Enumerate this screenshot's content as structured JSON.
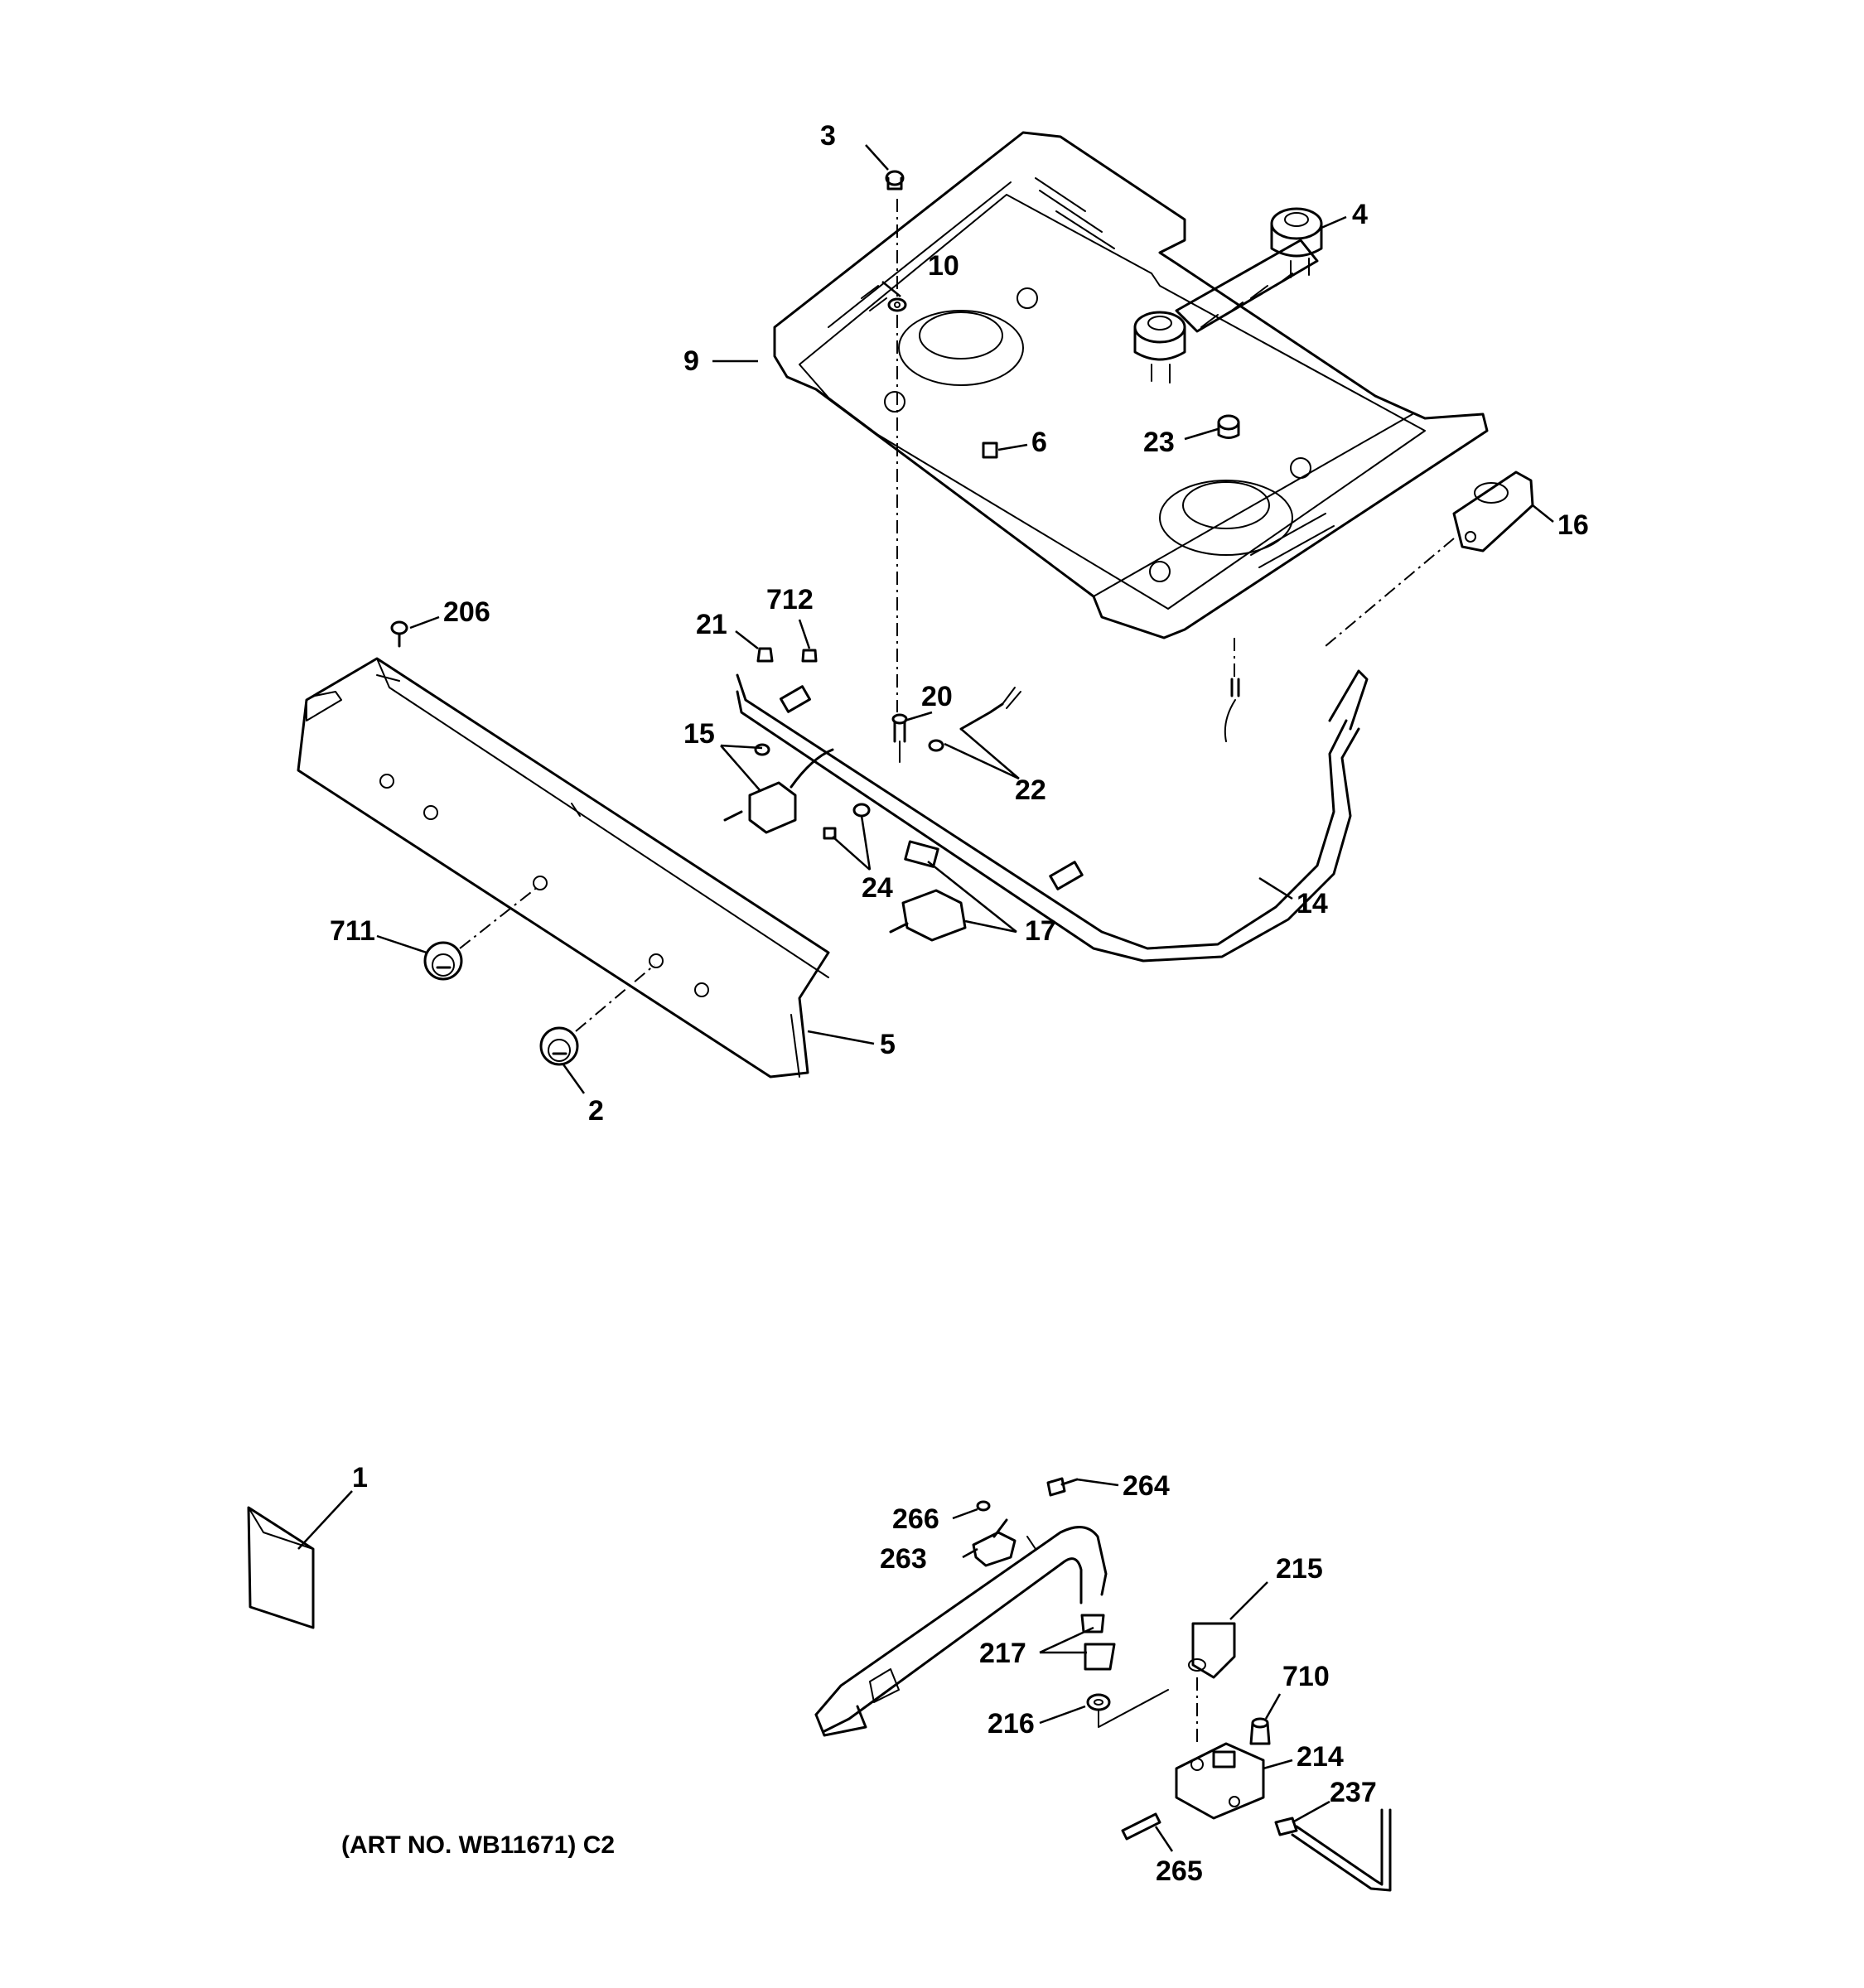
{
  "diagram": {
    "art_number": "(ART NO. WB11671) C2",
    "callouts": {
      "c1": "1",
      "c2": "2",
      "c3": "3",
      "c4": "4",
      "c5": "5",
      "c6": "6",
      "c9": "9",
      "c10": "10",
      "c14": "14",
      "c15": "15",
      "c16": "16",
      "c17": "17",
      "c20": "20",
      "c21": "21",
      "c22": "22",
      "c23": "23",
      "c24": "24",
      "c206": "206",
      "c214": "214",
      "c215": "215",
      "c216": "216",
      "c217": "217",
      "c237": "237",
      "c263": "263",
      "c264": "264",
      "c265": "265",
      "c266": "266",
      "c710": "710",
      "c711": "711",
      "c712": "712"
    }
  }
}
